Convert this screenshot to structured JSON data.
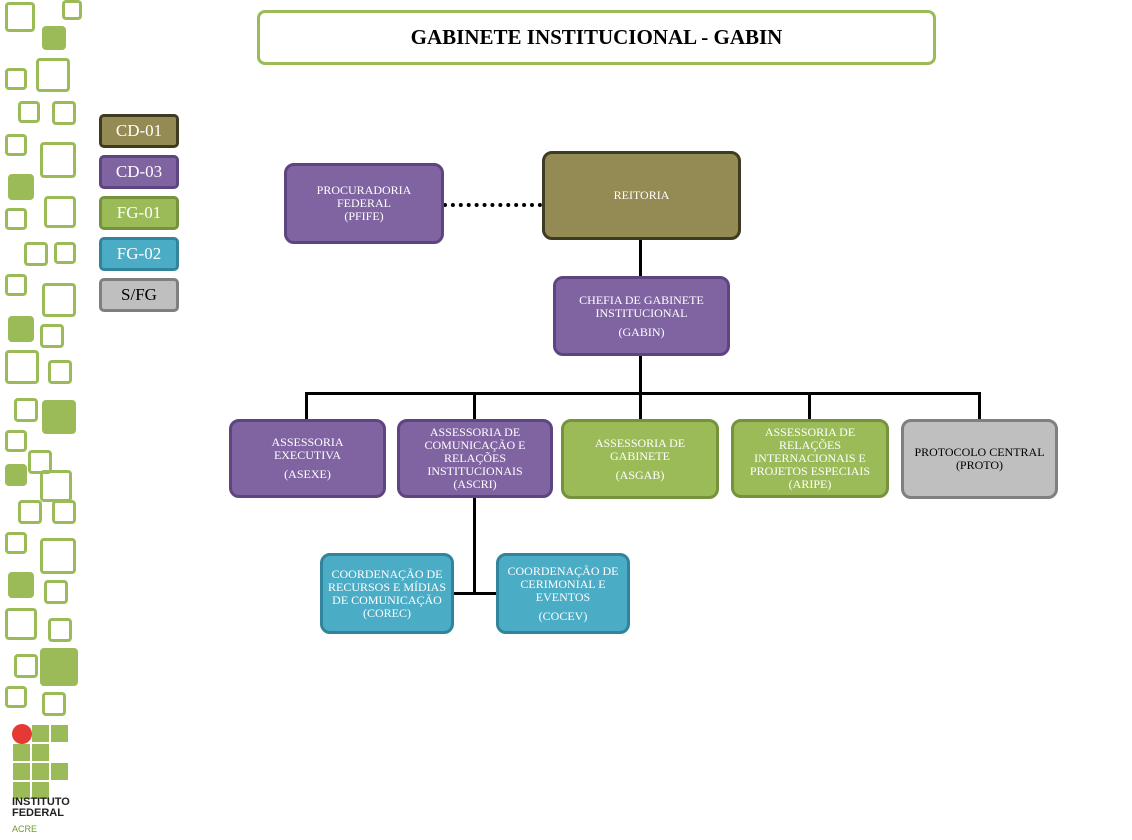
{
  "title": "GABINETE INSTITUCIONAL - GABIN",
  "legend": [
    {
      "label": "CD-01",
      "color": "#948a54"
    },
    {
      "label": "CD-03",
      "color": "#8064a2"
    },
    {
      "label": "FG-01",
      "color": "#9bbb59"
    },
    {
      "label": "FG-02",
      "color": "#4bacc6"
    },
    {
      "label": "S/FG",
      "color": "#bfbfbf"
    }
  ],
  "nodes": {
    "pfife": {
      "name": "PROCURADORIA FEDERAL",
      "abbr": "(PFIFE)"
    },
    "reitoria": {
      "name": "REITORIA"
    },
    "gabin": {
      "name": "CHEFIA DE GABINETE INSTITUCIONAL",
      "abbr": "(GABIN)"
    },
    "asexe": {
      "name": "ASSESSORIA EXECUTIVA",
      "abbr": "(ASEXE)"
    },
    "ascri": {
      "name": "ASSESSORIA DE COMUNICAÇÃO E RELAÇÕES INSTITUCIONAIS",
      "abbr": "(ASCRI)"
    },
    "asgab": {
      "name": "ASSESSORIA DE GABINETE",
      "abbr": "(ASGAB)"
    },
    "aripe": {
      "name": "ASSESSORIA DE RELAÇÕES INTERNACIONAIS E PROJETOS ESPECIAIS",
      "abbr": "(ARIPE)"
    },
    "proto": {
      "name": "PROTOCOLO CENTRAL",
      "abbr": "(PROTO)"
    },
    "corec": {
      "name": "COORDENAÇÃO DE RECURSOS E MÍDIAS DE COMUNICAÇÃO",
      "abbr": "(COREC)"
    },
    "cocev": {
      "name": "COORDENAÇÃO DE CERIMONIAL E EVENTOS",
      "abbr": "(COCEV)"
    }
  },
  "logo": {
    "line1": "INSTITUTO",
    "line2": "FEDERAL",
    "line3": "ACRE"
  }
}
